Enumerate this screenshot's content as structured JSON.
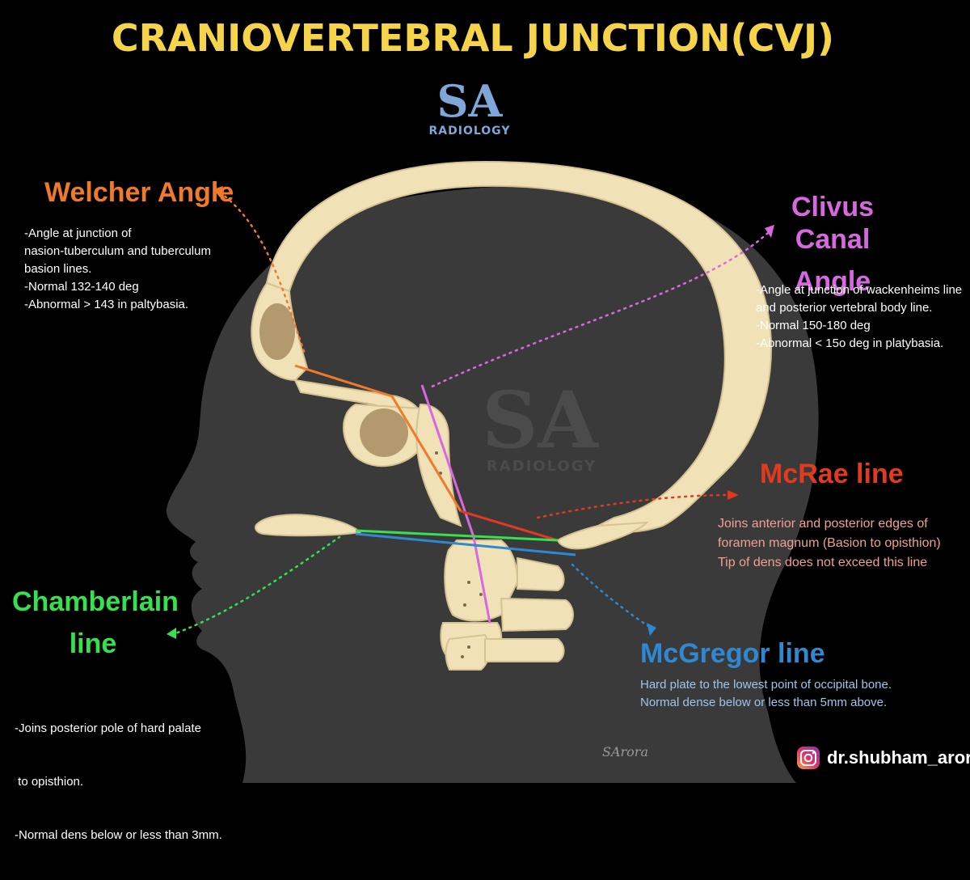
{
  "title": "CRANIOVERTEBRAL JUNCTION(CVJ)",
  "logo": {
    "mark": "SA",
    "subtitle": "RADIOLOGY"
  },
  "watermark": {
    "mark": "SA",
    "subtitle": "RADIOLOGY"
  },
  "signature": "SArora",
  "colors": {
    "background": "#000000",
    "head": "#3a3a3a",
    "bone": "#f1e1b6",
    "title": "#f5d44a",
    "welcher": "#f07a2a",
    "clivus": "#d768e0",
    "mcrae": "#e23a1e",
    "mcrae_text": "#f0a090",
    "chamberlain": "#36e04e",
    "mcgregor": "#2f88d0",
    "mcgregor_text": "#9cc6ec"
  },
  "annotations": {
    "welcher": {
      "heading": "Welcher Angle",
      "lines": [
        "-Angle at junction of",
        "nasion-tuberculum and tuberculum",
        "basion lines.",
        "-Normal 132-140 deg",
        "-Abnormal > 143 in paltybasia."
      ]
    },
    "clivus": {
      "heading_lines": [
        "Clivus Canal",
        "Angle"
      ],
      "lines": [
        "-Angle at junction of wackenheims line",
        "and posterior vertebral body line.",
        "-Normal 150-180 deg",
        "-Abnormal < 15o deg in platybasia."
      ]
    },
    "mcrae": {
      "heading": "McRae line",
      "lines": [
        "Joins anterior and posterior edges of",
        "foramen magnum (Basion to opisthion)",
        "Tip of dens does not exceed this line"
      ]
    },
    "chamberlain": {
      "heading_lines": [
        "Chamberlain",
        "line"
      ],
      "lines": [
        "-Joins posterior pole of hard palate",
        " to opisthion.",
        "-Normal dens below or less than 3mm."
      ]
    },
    "mcgregor": {
      "heading": "McGregor line",
      "lines": [
        "Hard plate to the lowest point of occipital bone.",
        "Normal dense below or less than 5mm above."
      ]
    }
  },
  "social": {
    "icon": "instagram-icon",
    "handle": "dr.shubham_arora"
  }
}
